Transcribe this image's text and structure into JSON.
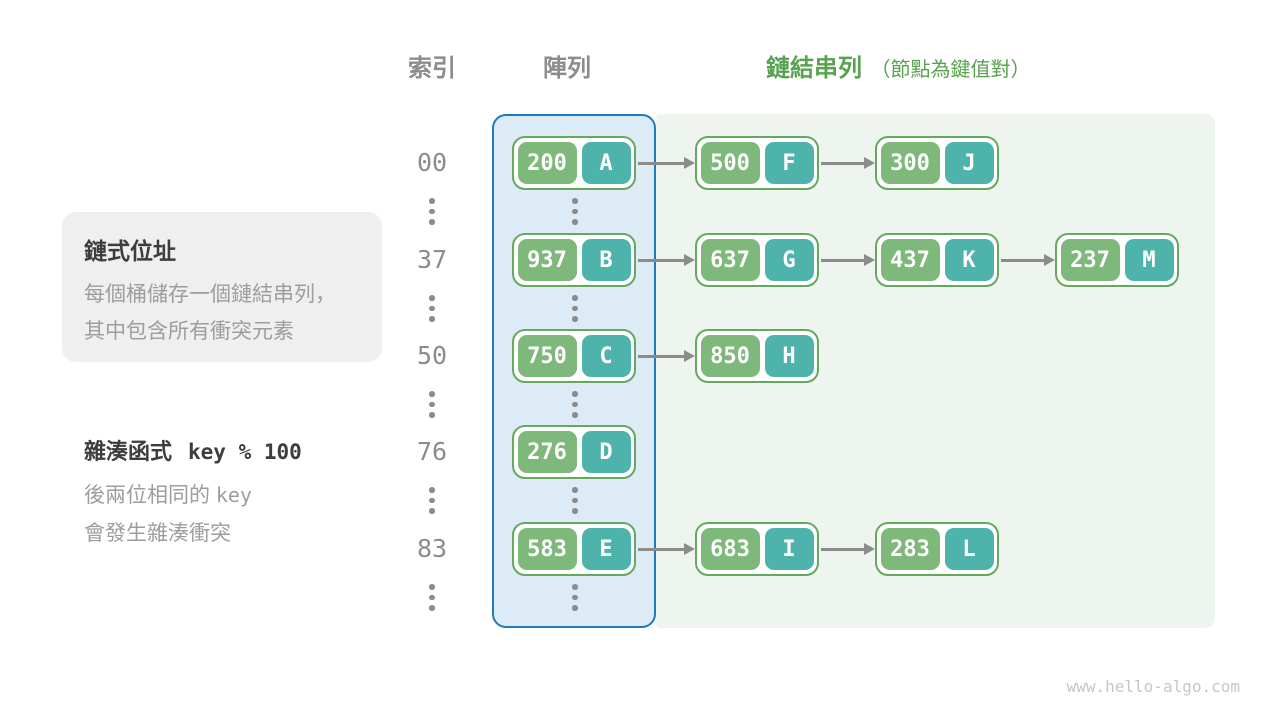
{
  "header": {
    "index_label": "索引",
    "array_label": "陣列",
    "list_label": "鏈結串列",
    "list_note": "（節點為鍵值對）"
  },
  "info_box": {
    "title": "鏈式位址",
    "line1": "每個桶儲存一個鏈結串列，",
    "line2": "其中包含所有衝突元素"
  },
  "hash_note": {
    "title": "雜湊函式",
    "formula": "key % 100",
    "line1_prefix": "後兩位相同的",
    "line1_mono": "key",
    "line2": "會發生雜湊衝突"
  },
  "footer": {
    "url": "www.hello-algo.com"
  },
  "colors": {
    "key_green": "#7eb87a",
    "value_teal": "#4db3ab",
    "node_border": "#65a95f",
    "array_fill": "#dcebf6",
    "array_border": "#1f7ac0",
    "list_fill": "#eef5ee",
    "arrow_gray": "#8c8c8c",
    "header_green": "#57a24f"
  },
  "diagram": {
    "rows": [
      {
        "index": "00",
        "bucket": {
          "key": "200",
          "value": "A"
        },
        "chain": [
          {
            "key": "500",
            "value": "F"
          },
          {
            "key": "300",
            "value": "J"
          }
        ]
      },
      {
        "index": "37",
        "bucket": {
          "key": "937",
          "value": "B"
        },
        "chain": [
          {
            "key": "637",
            "value": "G"
          },
          {
            "key": "437",
            "value": "K"
          },
          {
            "key": "237",
            "value": "M"
          }
        ]
      },
      {
        "index": "50",
        "bucket": {
          "key": "750",
          "value": "C"
        },
        "chain": [
          {
            "key": "850",
            "value": "H"
          }
        ]
      },
      {
        "index": "76",
        "bucket": {
          "key": "276",
          "value": "D"
        },
        "chain": []
      },
      {
        "index": "83",
        "bucket": {
          "key": "583",
          "value": "E"
        },
        "chain": [
          {
            "key": "683",
            "value": "I"
          },
          {
            "key": "283",
            "value": "L"
          }
        ]
      }
    ]
  }
}
